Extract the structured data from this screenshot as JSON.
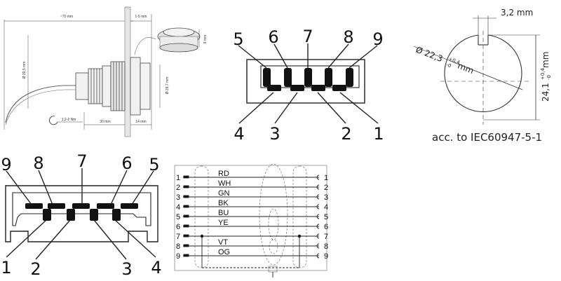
{
  "mount_drawing": {
    "dim_length": "~70 mm",
    "dim_panel": "1-5 mm",
    "dim_dia_1": "Ø 29,5 mm",
    "dim_dia_2": "Ø 29,7 mm",
    "dim_8": "8 mm",
    "dim_30": "30 mm",
    "dim_14": "14 mm",
    "torque": "1,2-2 Nm"
  },
  "connector_top": {
    "pins_top": [
      "5",
      "6",
      "7",
      "8",
      "9"
    ],
    "pins_bottom": [
      "4",
      "3",
      "2",
      "1"
    ]
  },
  "cutout": {
    "width_label": "3,2 mm",
    "diameter_label": "Ø 22,3",
    "diameter_tol_upper": "+0,4",
    "diameter_tol_lower": "-0",
    "diameter_unit": "mm",
    "height_label": "24,1",
    "height_tol_upper": "+0,4",
    "height_tol_lower": "-0",
    "height_unit": "mm",
    "standard": "acc. to IEC60947-5-1"
  },
  "connector_bottom": {
    "pins_top": [
      "9",
      "8",
      "7",
      "6",
      "5"
    ],
    "pins_bottom": [
      "1",
      "2",
      "3",
      "4"
    ]
  },
  "wiring": {
    "left_numbers": [
      "1",
      "2",
      "3",
      "4",
      "5",
      "6",
      "7",
      "8",
      "9"
    ],
    "right_numbers": [
      "1",
      "2",
      "3",
      "4",
      "5",
      "6",
      "7",
      "8",
      "9"
    ],
    "colors": [
      "RD",
      "WH",
      "GN",
      "BK",
      "BU",
      "YE",
      "",
      "VT",
      "OG"
    ]
  }
}
